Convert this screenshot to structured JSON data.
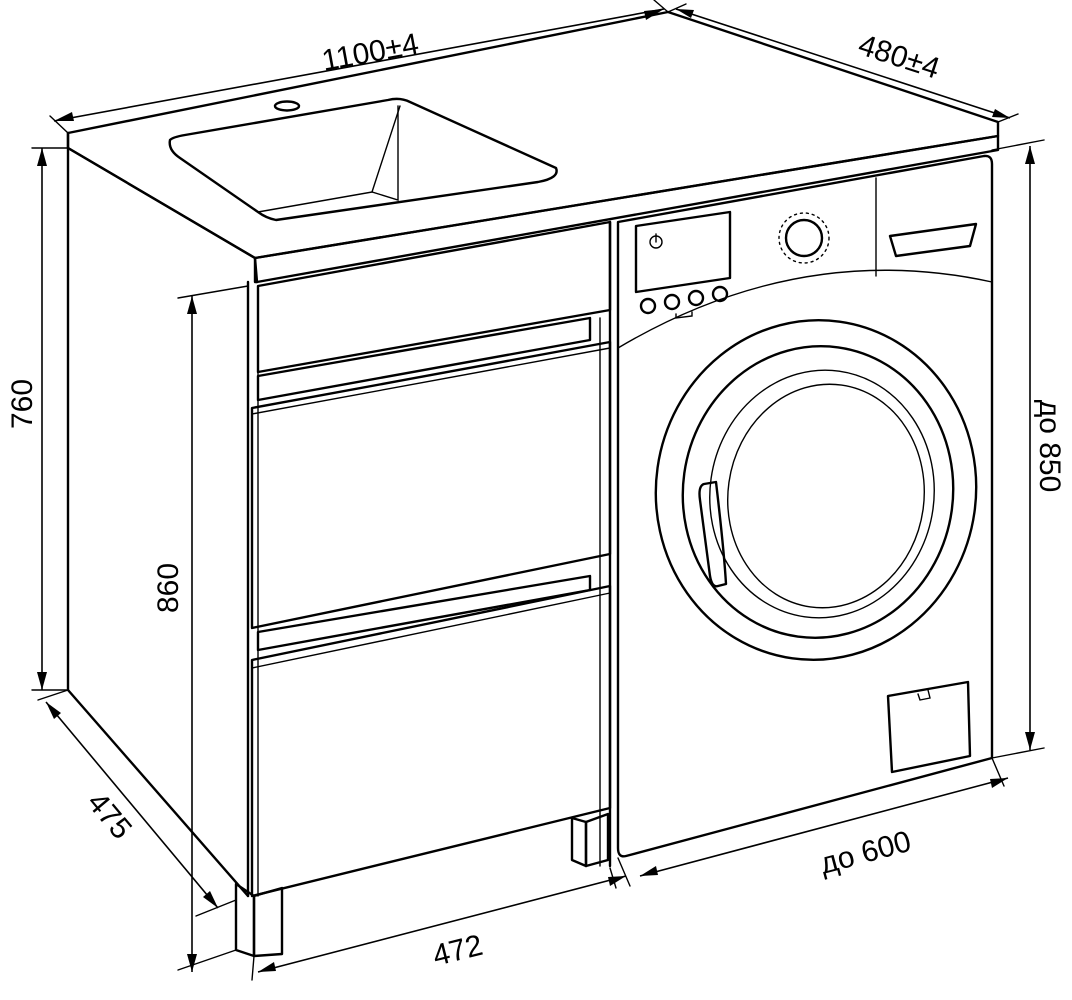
{
  "dimensions": {
    "width_top": "1100±4",
    "depth_top": "480±4",
    "height_cabinet": "760",
    "height_total": "860",
    "washer_height": "до 850",
    "depth_side": "475",
    "cabinet_width": "472",
    "washer_width": "до 600"
  }
}
